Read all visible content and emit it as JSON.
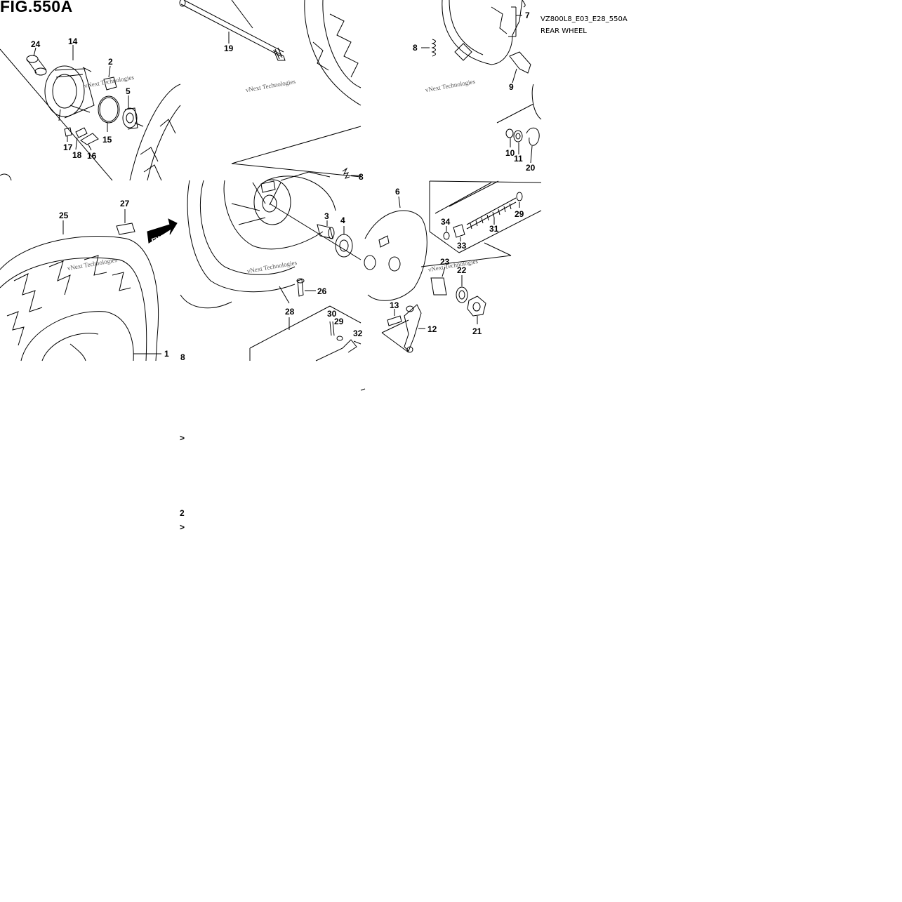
{
  "figure": {
    "title": "FIG.550A",
    "model_code": "VZ800L8_E03_E28_550A",
    "section_name": "REAR WHEEL"
  },
  "direction_badge": "FWD",
  "watermark": "vNext Technologies",
  "callouts": {
    "c1": "1",
    "c2": "2",
    "c3": "3",
    "c4": "4",
    "c5": "5",
    "c6": "6",
    "c7": "7",
    "c8a": "8",
    "c8b": "8",
    "c8c": "8",
    "c9": "9",
    "c10": "10",
    "c11": "11",
    "c12": "12",
    "c13": "13",
    "c14": "14",
    "c15": "15",
    "c16": "16",
    "c17": "17",
    "c18": "18",
    "c19": "19",
    "c20": "20",
    "c21": "21",
    "c22": "22",
    "c23": "23",
    "c24": "24",
    "c25": "25",
    "c26": "26",
    "c27": "27",
    "c28": "28",
    "c29a": "29",
    "c29b": "29",
    "c30": "30",
    "c31": "31",
    "c32": "32",
    "c33": "33",
    "c34": "34",
    "s1": ">",
    "s2": "2",
    "s3": ">"
  },
  "colors": {
    "line": "#000000",
    "background": "#ffffff",
    "watermark": "#555555"
  }
}
